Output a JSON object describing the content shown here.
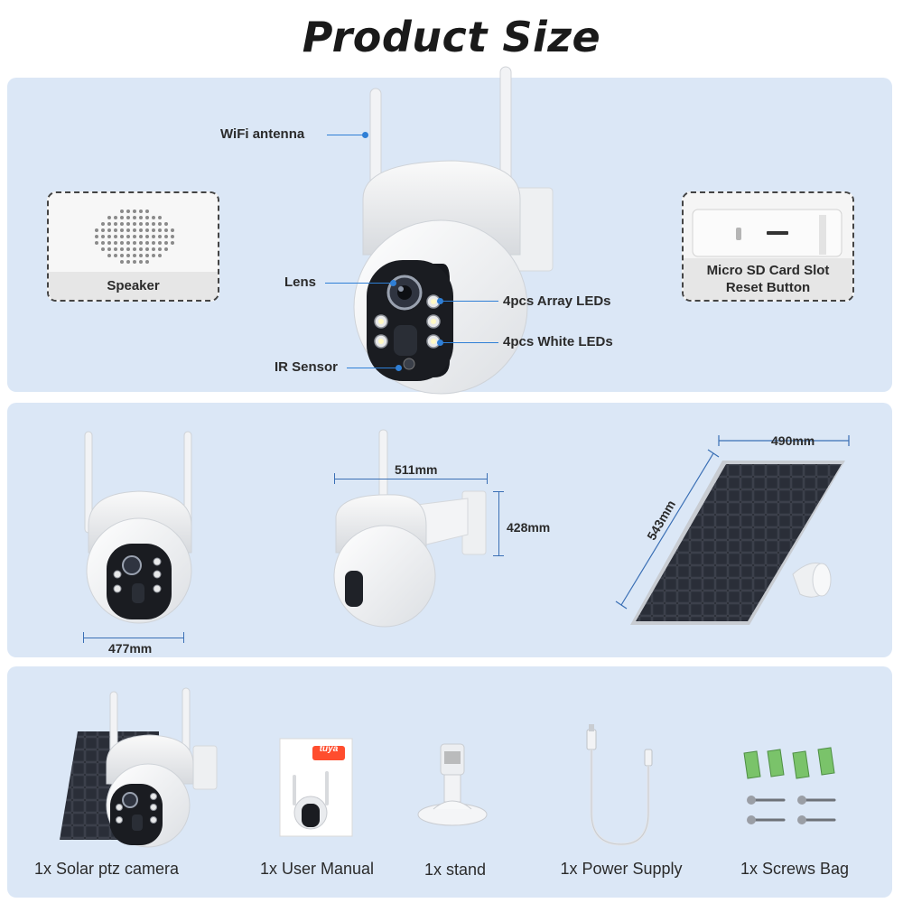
{
  "title": "Product Size",
  "features": {
    "wifi_antenna": "WiFi antenna",
    "lens": "Lens",
    "ir_sensor": "IR Sensor",
    "array_leds": "4pcs Array LEDs",
    "white_leds": "4pcs White LEDs",
    "speaker": "Speaker",
    "sd_slot": "Micro SD Card Slot",
    "reset_button": "Reset Button"
  },
  "dimensions": {
    "front_width": "477mm",
    "side_depth": "511mm",
    "side_height": "428mm",
    "panel_width": "490mm",
    "panel_height": "543mm"
  },
  "package": [
    {
      "label": "1x Solar ptz camera",
      "icon": "solar-camera-icon"
    },
    {
      "label": "1x User Manual",
      "icon": "manual-icon"
    },
    {
      "label": "1x stand",
      "icon": "stand-icon"
    },
    {
      "label": "1x Power Supply",
      "icon": "cable-icon"
    },
    {
      "label": "1x Screws Bag",
      "icon": "screws-icon"
    }
  ],
  "manual_brand": "tuya",
  "colors": {
    "panel_bg": "#dbe7f6",
    "callout": "#2f7fd6",
    "brand_orange": "#ff4d2e"
  }
}
